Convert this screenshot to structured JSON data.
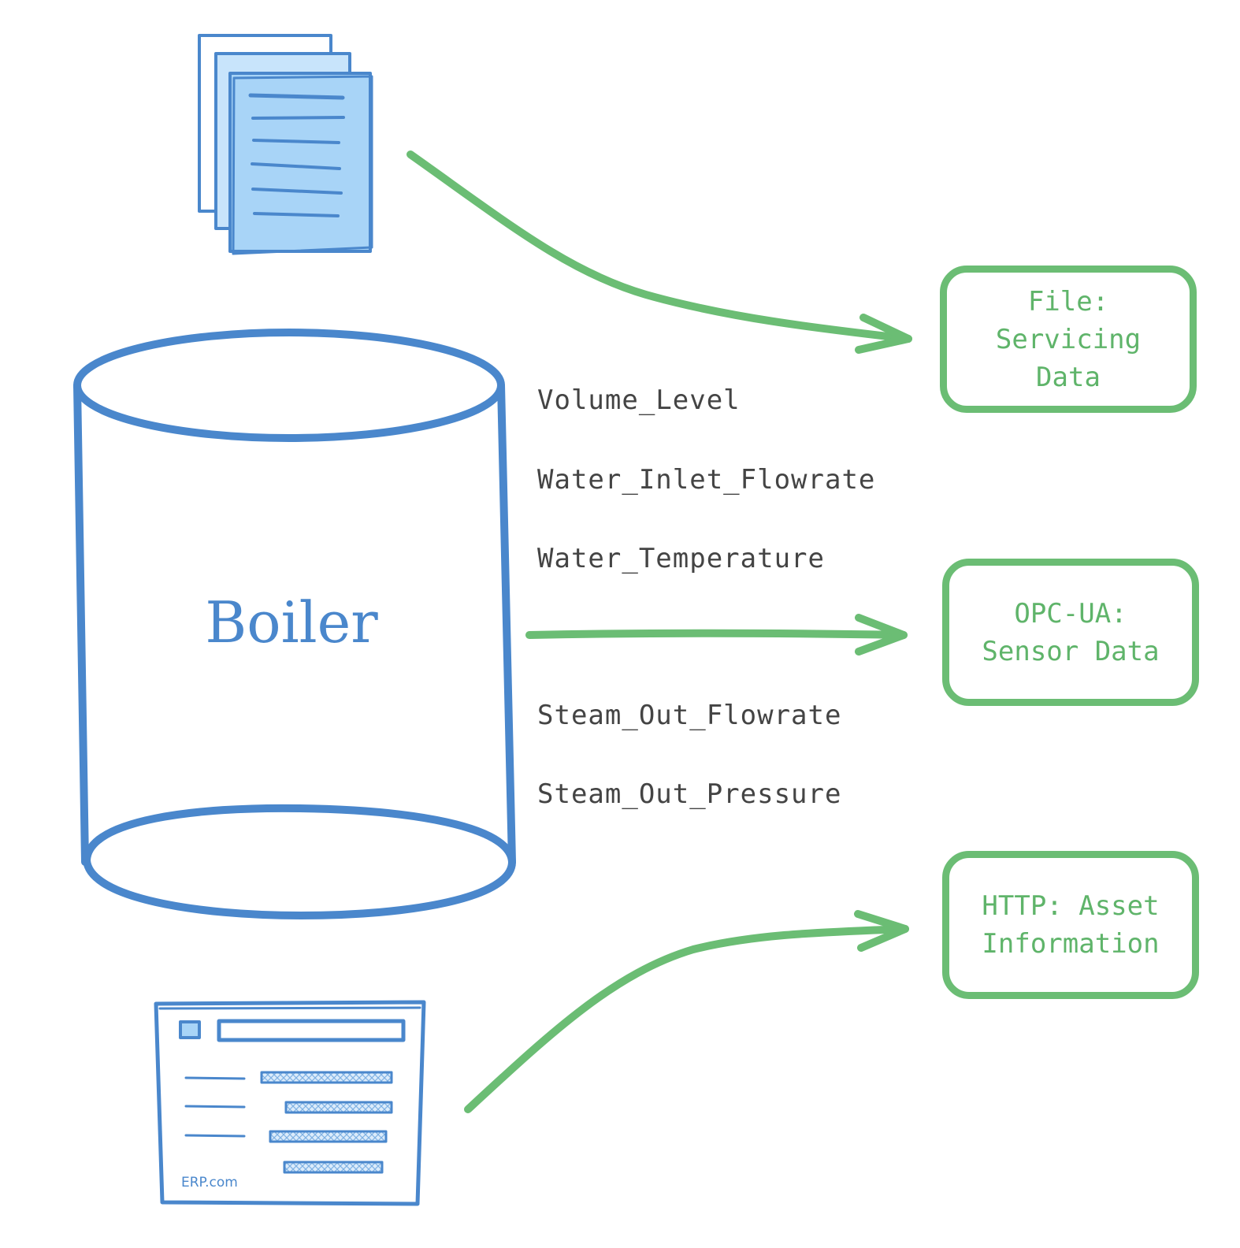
{
  "boiler": {
    "label": "Boiler"
  },
  "signals": [
    "Volume_Level",
    "Water_Inlet_Flowrate",
    "Water_Temperature",
    "Steam_Out_Flowrate",
    "Steam_Out_Pressure"
  ],
  "targets": {
    "file": {
      "line1": "File: Servicing",
      "line2": "Data"
    },
    "opcua": {
      "line1": "OPC-UA:",
      "line2": "Sensor Data"
    },
    "http": {
      "line1": "HTTP: Asset",
      "line2": "Information"
    }
  },
  "erp": {
    "label": "ERP.com"
  },
  "colors": {
    "blue": "#4a87cc",
    "blue_fill": "#a8d4f7",
    "green": "#6bbd74",
    "text": "#444444"
  },
  "icons": {
    "documents": "document-stack-icon",
    "erp": "erp-window-icon"
  }
}
